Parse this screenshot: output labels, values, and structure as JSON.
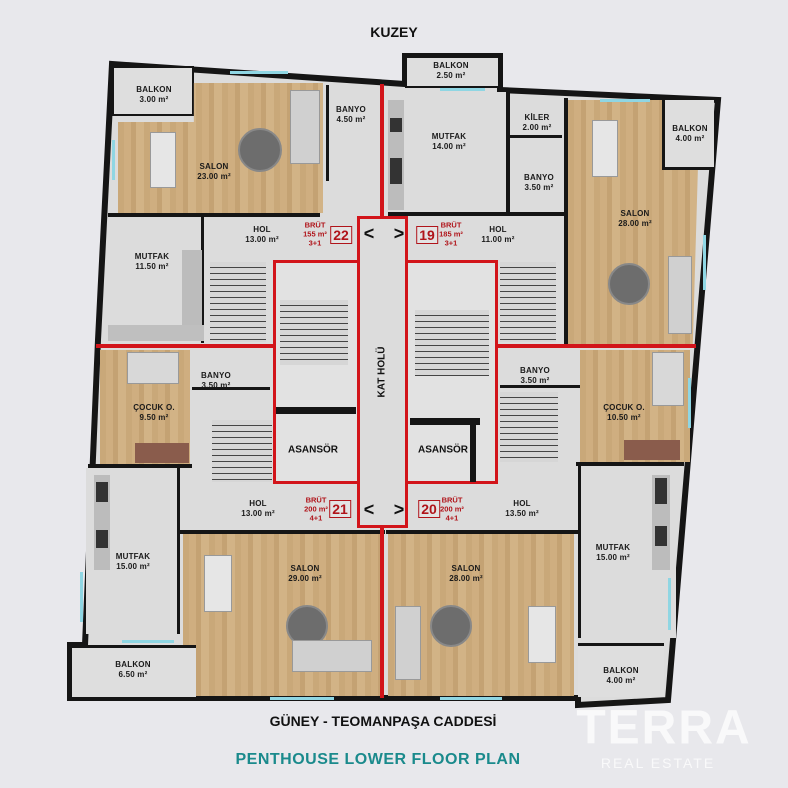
{
  "headings": {
    "north": "KUZEY",
    "south": "GÜNEY - TEOMANPAŞA CADDESİ",
    "plan_title": "PENTHOUSE LOWER FLOOR PLAN",
    "watermark_brand": "TERRA",
    "watermark_sub": "REAL ESTATE"
  },
  "colors": {
    "unit_border": "#d2141a",
    "title": "#1a8a8c",
    "wall": "#151515",
    "wood": "#c9a879",
    "marble": "#dcdcdc",
    "window": "#8fd6e3"
  },
  "core": {
    "corridor_label": "KAT HOLÜ",
    "elevator_left": "ASANSÖR",
    "elevator_right": "ASANSÖR",
    "arrow_left": "<",
    "arrow_right": ">"
  },
  "units": {
    "u22": {
      "number": "22",
      "gross_label": "BRÜT",
      "gross_area": "155 m²",
      "layout": "3+1"
    },
    "u19": {
      "number": "19",
      "gross_label": "BRÜT",
      "gross_area": "185 m²",
      "layout": "3+1"
    },
    "u21": {
      "number": "21",
      "gross_label": "BRÜT",
      "gross_area": "200 m²",
      "layout": "4+1"
    },
    "u20": {
      "number": "20",
      "gross_label": "BRÜT",
      "gross_area": "200 m²",
      "layout": "4+1"
    }
  },
  "rooms": {
    "r22_balkon": {
      "name": "BALKON",
      "area": "3.00 m²"
    },
    "r22_salon": {
      "name": "SALON",
      "area": "23.00 m²"
    },
    "r22_banyo": {
      "name": "BANYO",
      "area": "4.50 m²"
    },
    "r22_hol": {
      "name": "HOL",
      "area": "13.00 m²"
    },
    "r22_mutfak": {
      "name": "MUTFAK",
      "area": "11.50 m²"
    },
    "r19_balkon_n": {
      "name": "BALKON",
      "area": "2.50 m²"
    },
    "r19_mutfak": {
      "name": "MUTFAK",
      "area": "14.00 m²"
    },
    "r19_kiler": {
      "name": "KİLER",
      "area": "2.00 m²"
    },
    "r19_banyo": {
      "name": "BANYO",
      "area": "3.50 m²"
    },
    "r19_balkon_e": {
      "name": "BALKON",
      "area": "4.00 m²"
    },
    "r19_salon": {
      "name": "SALON",
      "area": "28.00 m²"
    },
    "r19_hol": {
      "name": "HOL",
      "area": "11.00 m²"
    },
    "r21_cocuk": {
      "name": "ÇOCUK O.",
      "area": "9.50 m²"
    },
    "r21_banyo": {
      "name": "BANYO",
      "area": "3.50 m²"
    },
    "r21_hol": {
      "name": "HOL",
      "area": "13.00 m²"
    },
    "r21_mutfak": {
      "name": "MUTFAK",
      "area": "15.00 m²"
    },
    "r21_salon": {
      "name": "SALON",
      "area": "29.00 m²"
    },
    "r21_balkon": {
      "name": "BALKON",
      "area": "6.50 m²"
    },
    "r20_banyo": {
      "name": "BANYO",
      "area": "3.50 m²"
    },
    "r20_cocuk": {
      "name": "ÇOCUK O.",
      "area": "10.50 m²"
    },
    "r20_hol": {
      "name": "HOL",
      "area": "13.50 m²"
    },
    "r20_mutfak": {
      "name": "MUTFAK",
      "area": "15.00 m²"
    },
    "r20_salon": {
      "name": "SALON",
      "area": "28.00 m²"
    },
    "r20_balkon": {
      "name": "BALKON",
      "area": "4.00 m²"
    }
  }
}
